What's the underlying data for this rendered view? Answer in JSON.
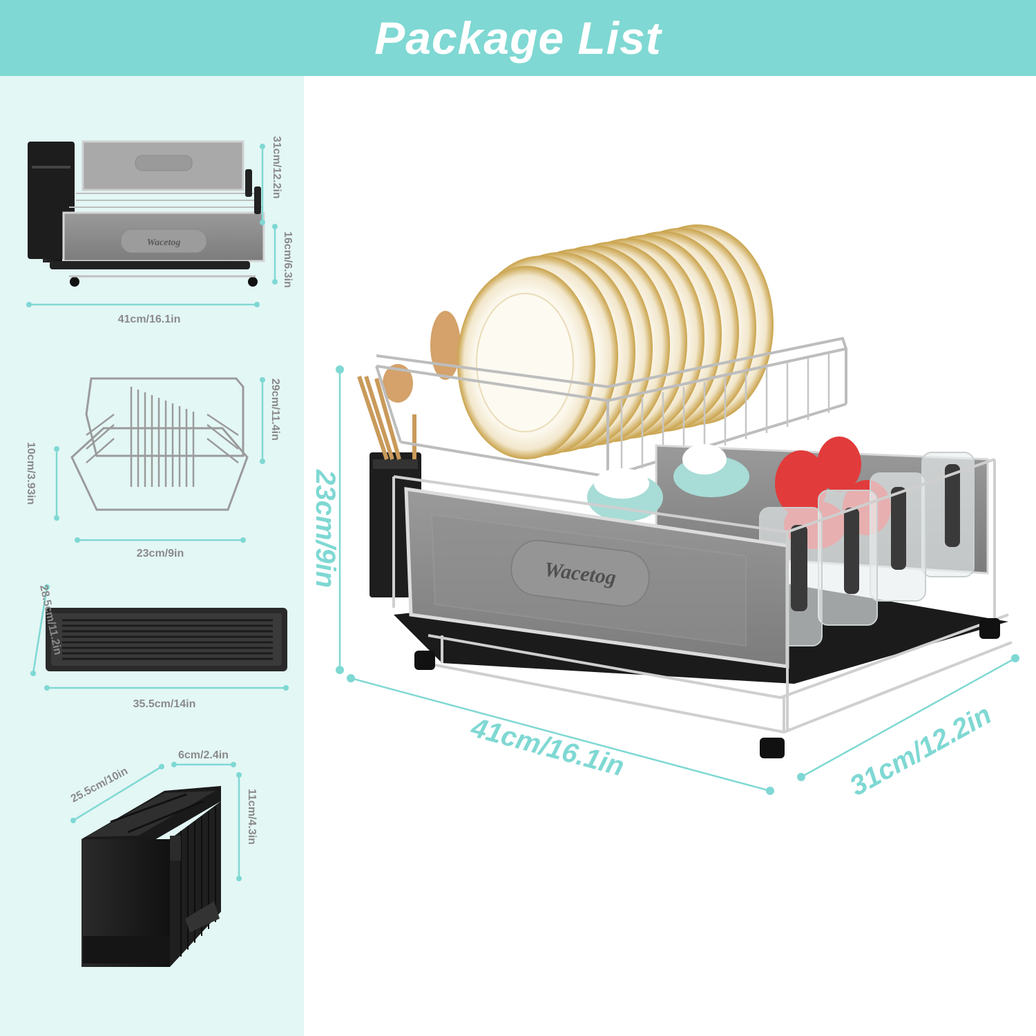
{
  "header": {
    "title": "Package List"
  },
  "brand": "Wacetog",
  "colors": {
    "accent": "#7fd8d3",
    "panel": "#e3f7f5",
    "dimension_text": "#8a8a8a"
  },
  "items": {
    "dish_rack": {
      "height": "31cm/12.2in",
      "depth": "16cm/6.3in",
      "width": "41cm/16.1in"
    },
    "plate_rack": {
      "height": "29cm/11.4in",
      "side": "10cm/3.93in",
      "width": "23cm/9in"
    },
    "drip_tray": {
      "side": "28.5cm/11.2in",
      "width": "35.5cm/14in"
    },
    "utensil_holder": {
      "length": "25.5cm/10in",
      "width": "6cm/2.4in",
      "height": "11cm/4.3in"
    }
  },
  "main": {
    "height": "23cm/9in",
    "width": "41cm/16.1in",
    "depth": "31cm/12.2in"
  }
}
